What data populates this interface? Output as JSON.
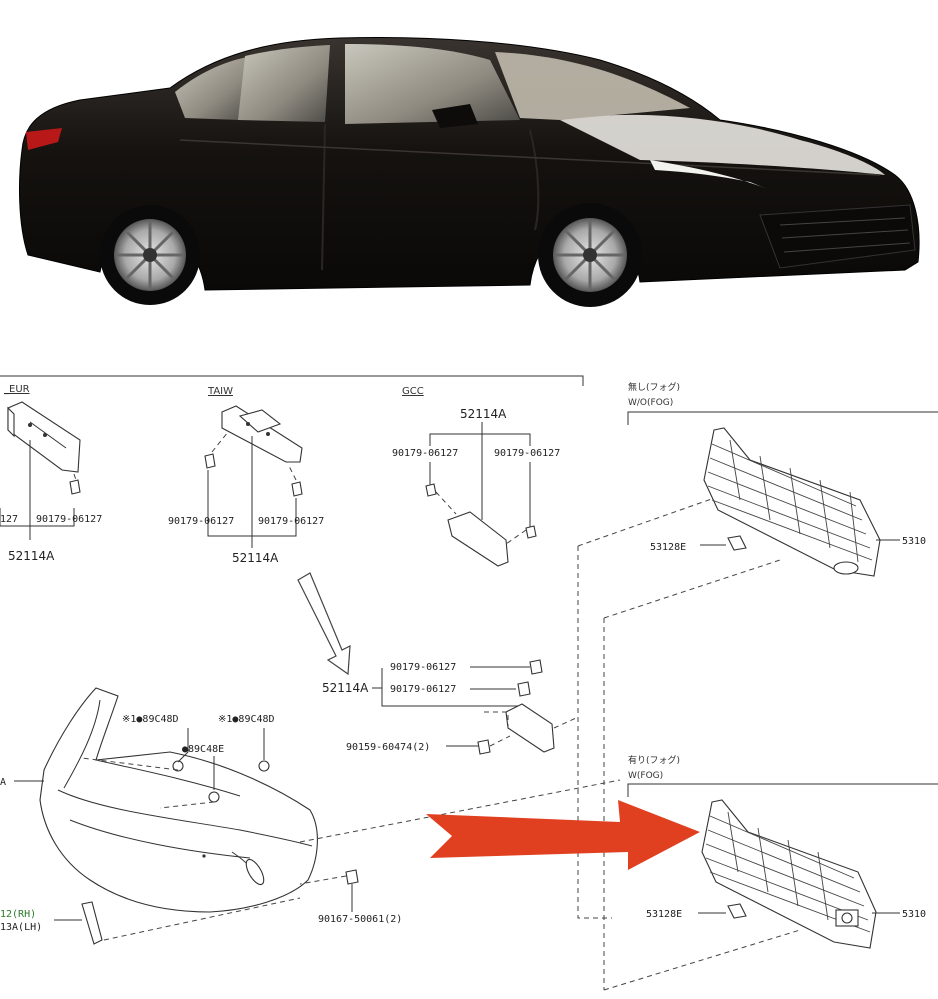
{
  "sections": {
    "eur": "_EUR",
    "taiw": "TAIW",
    "gcc": "GCC",
    "without_fog_jp": "無し(フォグ)",
    "without_fog": "W/O(FOG)",
    "with_fog_jp": "有り(フォグ)",
    "with_fog": "W(FOG)"
  },
  "parts": {
    "eur_left_bolt": "127",
    "eur_right_bolt": "90179-06127",
    "eur_bracket": "52114A",
    "taiw_left_bolt": "90179-06127",
    "taiw_right_bolt": "90179-06127",
    "taiw_bracket": "52114A",
    "gcc_bracket": "52114A",
    "gcc_left_bolt": "90179-06127",
    "gcc_right_bolt": "90179-06127",
    "mid_bracket": "52114A",
    "mid_bolt_1": "90179-06127",
    "mid_bolt_2": "90179-06127",
    "mid_bolt_3": "90159-60474(2)",
    "clip_1": "※1●89C48D",
    "clip_2": "※1●89C48D",
    "clip_3": "●89C48E",
    "bumper_label": "A",
    "side_rh": "12(RH)",
    "side_lh": "13A(LH)",
    "bottom_screw": "90167-50061(2)",
    "grille_top_clip": "53128E",
    "grille_top_part": "5310",
    "grille_bottom_clip": "53128E",
    "grille_bottom_part": "5310"
  },
  "colors": {
    "car_body": "#15120f",
    "arrow": "#e04020"
  }
}
